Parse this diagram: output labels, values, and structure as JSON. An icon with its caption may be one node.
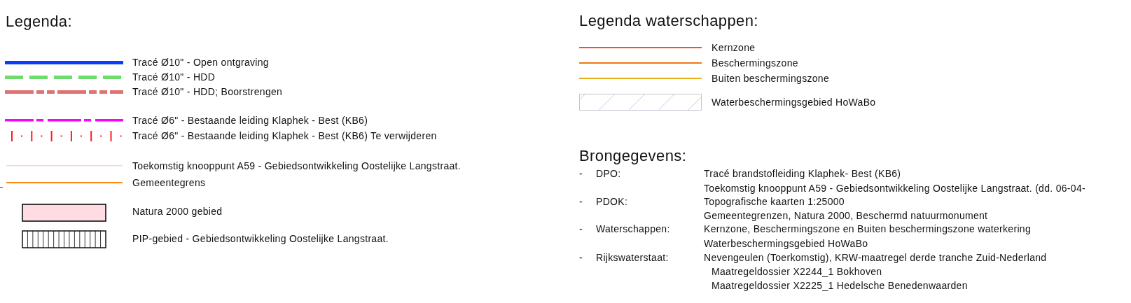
{
  "diagram": {
    "labels": [
      "Legenda:",
      "Legenda waterschappen:",
      "Brongegevens:",
      "-",
      "DPO:",
      "Tracé brandstofleiding Klaphek- Best (KB6)",
      "Toekomstig knooppunt A59 - Gebiedsontwikkeling Oostelijke Langstraat. (dd. 06-04-",
      "-",
      "PDOK:",
      "Topografische kaarten 1:25000",
      "Gemeentegrenzen, Natura 2000, Beschermd natuurmonument",
      "-",
      "Waterschappen:",
      "Kernzone, Beschermingszone en Buiten beschermingszone waterkering",
      "Waterbeschermingsgebied HoWaBo",
      "-",
      "Rijkswaterstaat:",
      "Nevengeulen (Toerkomstig), KRW-maatregel derde tranche Zuid-Nederland",
      "Maatregeldossier X2244_1 Bokhoven",
      "Maatregeldossier X2225_1 Hedelsche Benedenwaarden"
    ],
    "legend": [
      {
        "text": "Tracé Ø10\" - Open ontgraving"
      },
      {
        "text": "Tracé Ø10\" - HDD"
      },
      {
        "text": "Tracé Ø10\" - HDD; Boorstrengen"
      },
      {
        "text": "Tracé Ø6\" - Bestaande leiding Klaphek - Best (KB6)"
      },
      {
        "text": "Tracé Ø6\" - Bestaande leiding Klaphek - Best (KB6) Te verwijderen"
      },
      {
        "text": "Toekomstig knooppunt A59 - Gebiedsontwikkeling Oostelijke Langstraat."
      },
      {
        "text": "Gemeentegrens"
      },
      {
        "text": "Natura 2000 gebied",
        "color": "#ffdbe2"
      },
      {
        "text": "PIP-gebied - Gebiedsontwikkeling Oostelijke Langstraat."
      },
      {
        "text": "Kernzone"
      },
      {
        "text": "Beschermingszone"
      },
      {
        "text": "Buiten beschermingszone"
      },
      {
        "text": "Waterbeschermingsgebied HoWaBo"
      }
    ]
  }
}
